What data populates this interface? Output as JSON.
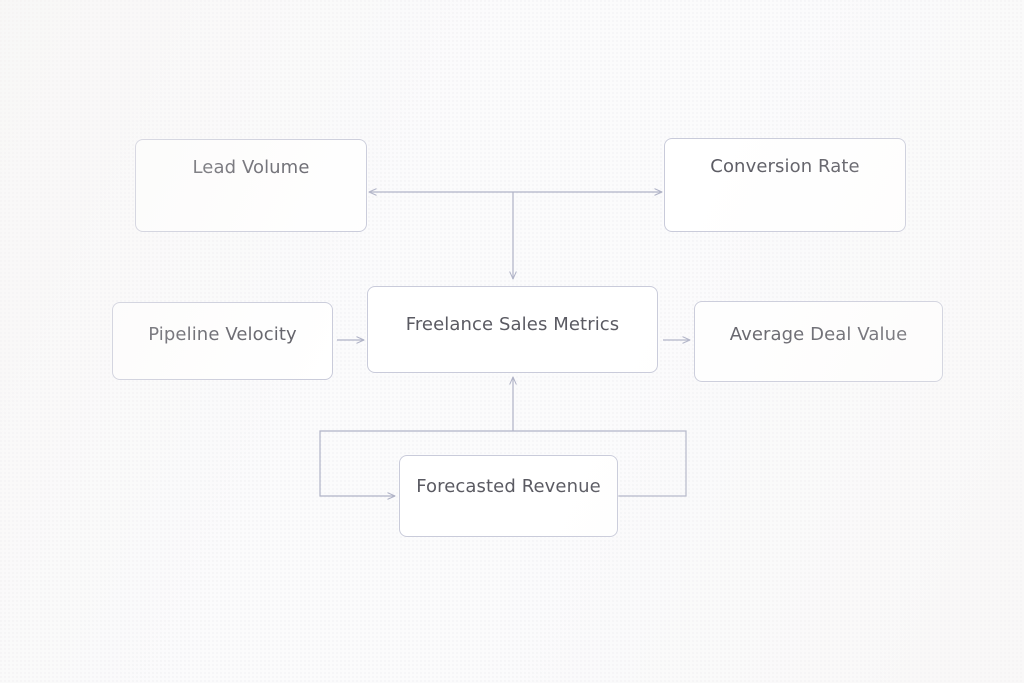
{
  "diagram": {
    "title": "Freelance Sales Metrics",
    "background_color": "#fbfbfc",
    "node_fill": "#ffffff",
    "node_border_color": "#c9cbda",
    "edge_color": "#b0b3c7",
    "label_color": "#5a5a62",
    "nodes": [
      {
        "id": "lead-volume",
        "label": "Lead Volume"
      },
      {
        "id": "conversion-rate",
        "label": "Conversion Rate"
      },
      {
        "id": "pipeline-velocity",
        "label": "Pipeline Velocity"
      },
      {
        "id": "sales-metrics",
        "label": "Freelance Sales Metrics"
      },
      {
        "id": "average-deal-value",
        "label": "Average Deal Value"
      },
      {
        "id": "forecasted-revenue",
        "label": "Forecasted Revenue"
      }
    ],
    "edges": [
      {
        "id": "lead-volume--conversion-rate",
        "from": "lead-volume",
        "to": "conversion-rate",
        "direction": "bidirectional",
        "label": ""
      },
      {
        "id": "top-junction--sales-metrics",
        "from": "lead-volume--conversion-rate",
        "to": "sales-metrics",
        "direction": "forward",
        "label": ""
      },
      {
        "id": "pipeline-velocity--sales-metrics",
        "from": "pipeline-velocity",
        "to": "sales-metrics",
        "direction": "forward",
        "label": ""
      },
      {
        "id": "sales-metrics--average-deal-value",
        "from": "sales-metrics",
        "to": "average-deal-value",
        "direction": "forward",
        "label": ""
      },
      {
        "id": "loop--forecasted-revenue",
        "from": "forecasted-revenue",
        "to": "forecasted-revenue",
        "direction": "forward",
        "label": ""
      },
      {
        "id": "forecasted-revenue--sales-metrics",
        "from": "forecasted-revenue",
        "to": "sales-metrics",
        "direction": "forward",
        "label": ""
      }
    ]
  }
}
